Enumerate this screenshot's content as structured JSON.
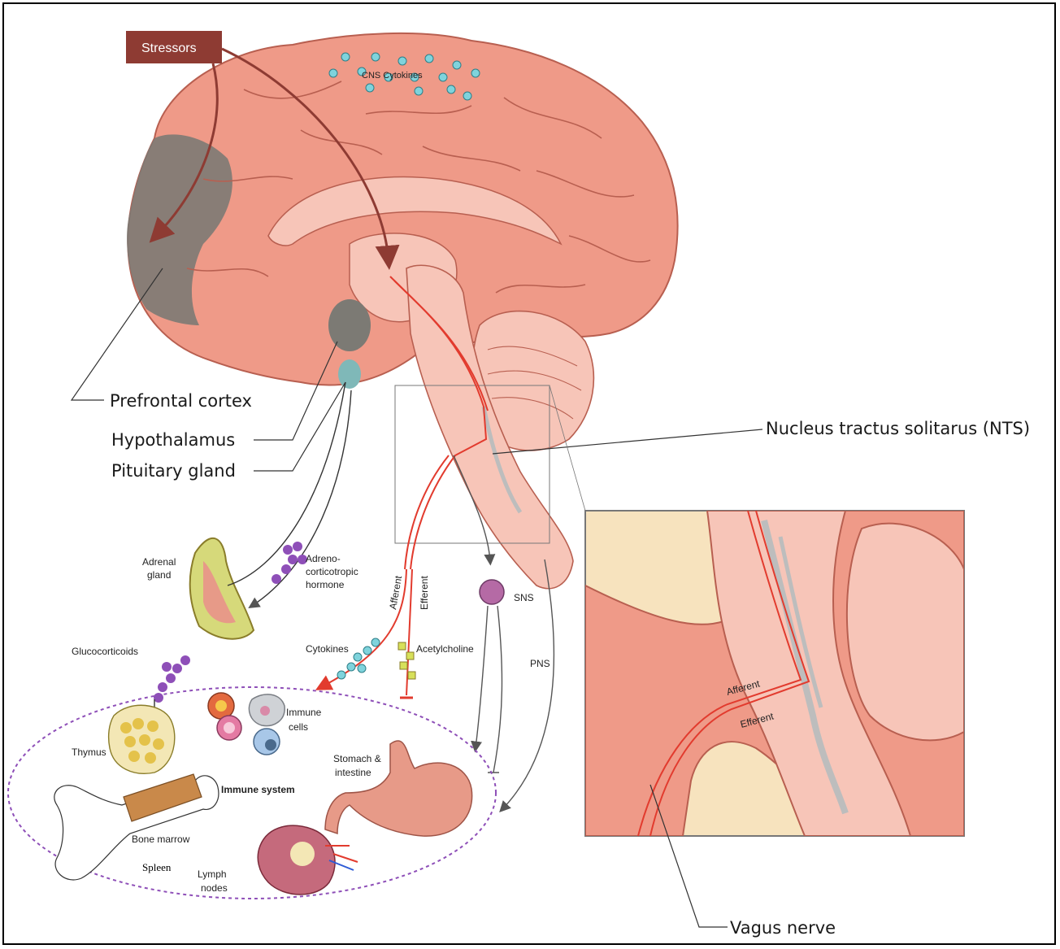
{
  "colors": {
    "brain": "#EF9A88",
    "brain_dark": "#C96A5A",
    "brain_light": "#F7C5B8",
    "prefrontal": "#7C7A74",
    "nerve": "#E23B2E",
    "stressor_box": "#8E3B33",
    "cytokine": "#7FD3DC",
    "acth": "#8E4FB8",
    "acetylcholine": "#D7E05A",
    "inset_bg": "#F7E3BE",
    "immune_border": "#8E4FB8"
  },
  "labels": {
    "stressors": "Stressors",
    "cns_cytokines": "CNS Cytokines",
    "prefrontal_cortex": "Prefrontal cortex",
    "hypothalamus": "Hypothalamus",
    "pituitary_gland": "Pituitary gland",
    "nts": "Nucleus tractus solitarus (NTS)",
    "vagus_nerve": "Vagus nerve",
    "adrenal_gland_1": "Adrenal",
    "adrenal_gland_2": "gland",
    "acth_1": "Adreno-",
    "acth_2": "corticotropic",
    "acth_3": "hormone",
    "glucocorticoids": "Glucocorticoids",
    "afferent": "Afferent",
    "efferent": "Efferent",
    "cytokines": "Cytokines",
    "acetylcholine": "Acetylcholine",
    "sns": "SNS",
    "pns": "PNS",
    "thymus": "Thymus",
    "immune_cells_1": "Immune",
    "immune_cells_2": "cells",
    "immune_system": "Immune system",
    "stomach_1": "Stomach &",
    "stomach_2": "intestine",
    "bone_marrow": "Bone marrow",
    "spleen": "Spleen",
    "lymph_1": "Lymph",
    "lymph_2": "nodes",
    "inset_afferent": "Afferent",
    "inset_efferent": "Efferent"
  }
}
